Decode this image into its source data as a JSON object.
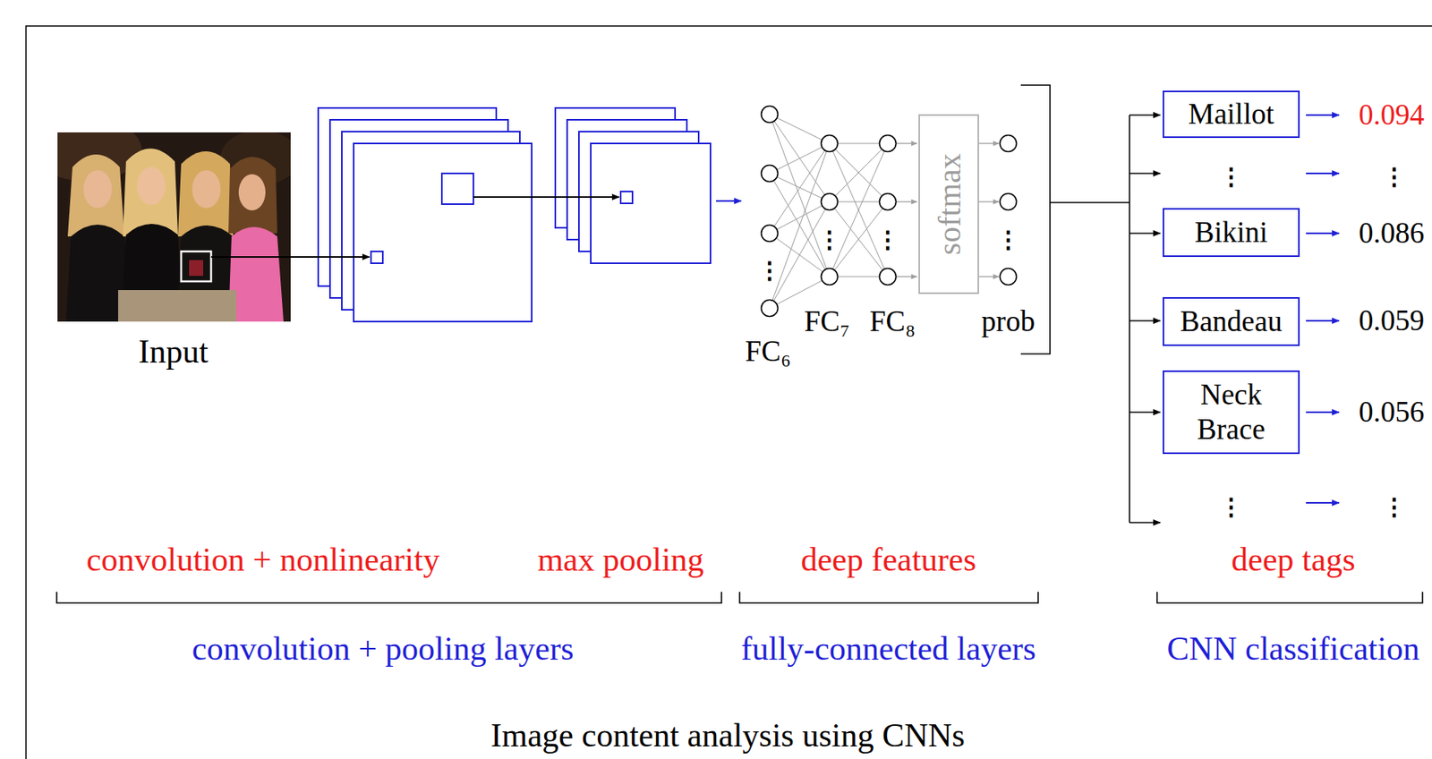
{
  "diagram": {
    "caption": "Image content analysis using CNNs",
    "nodes": [
      {
        "text": [
          "softmax"
        ]
      },
      {
        "text": [
          "Maillot"
        ]
      },
      {
        "text": [
          "Bikini"
        ]
      },
      {
        "text": [
          "Bandeau"
        ]
      },
      {
        "text": [
          "Neck Brace"
        ]
      }
    ],
    "labels": [
      "Input",
      "⋮",
      "⋮",
      "⋮",
      "⋮",
      "FC₆",
      "FC₇",
      "FC₈",
      "prob",
      "0.094",
      "⋮",
      "⋮",
      "0.086",
      "0.059",
      "0.056",
      "⋮",
      "⋮",
      "convolution + nonlinearity",
      "max pooling",
      "deep features",
      "deep tags",
      "convolution + pooling layers",
      "fully-connected layers",
      "CNN classification"
    ]
  }
}
